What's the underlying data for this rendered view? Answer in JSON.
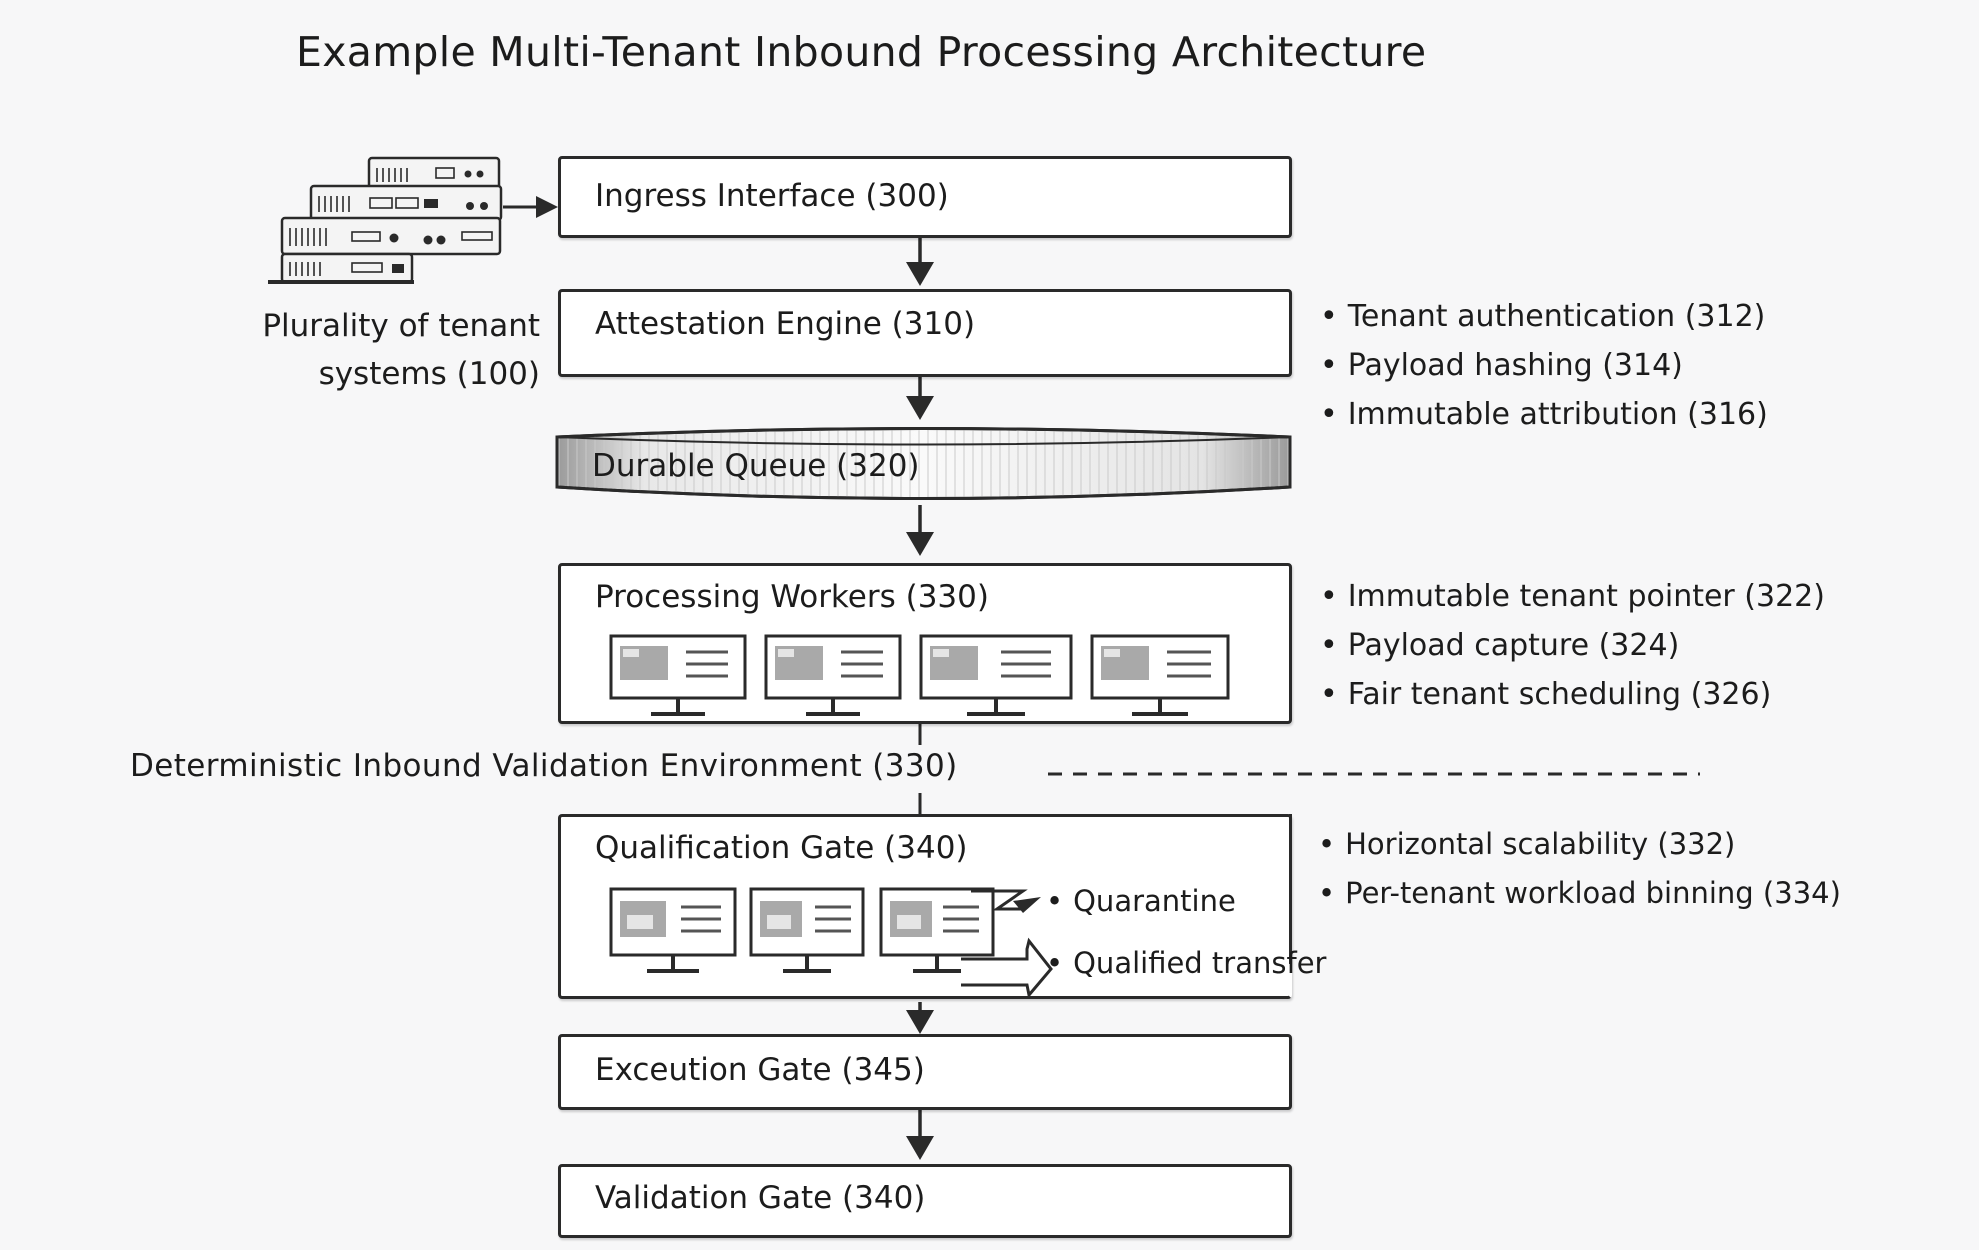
{
  "title": "Example Multi-Tenant Inbound Processing Architecture",
  "tenants": {
    "label_line1": "Plurality of tenant",
    "label_line2": "systems (100)",
    "icon": "server-rack-icon"
  },
  "nodes": {
    "ingress": "Ingress Interface (300)",
    "attestation": "Attestation Engine (310)",
    "queue": "Durable Queue (320)",
    "workers": "Processing Workers (330)",
    "qualification": "Qualification Gate (340)",
    "execution": "Exceution Gate (345)",
    "validation": "Validation Gate (340)"
  },
  "environment_label": "Deterministic Inbound Validation Environment (330)",
  "attestation_features": [
    "Tenant authentication (312)",
    "Payload hashing (314)",
    "Immutable attribution (316)"
  ],
  "worker_features": [
    "Immutable tenant pointer (322)",
    "Payload capture (324)",
    "Fair tenant scheduling (326)"
  ],
  "qualification_features": [
    "Horizontal scalability (332)",
    "Per-tenant workload binning (334)"
  ],
  "qualification_outcomes": {
    "quarantine": "Quarantine",
    "qualified": "Qualified transfer"
  },
  "icons": {
    "monitor": "monitor-icon",
    "arrow": "arrow-down-icon"
  },
  "colors": {
    "stroke": "#2a2a2a",
    "box_fill": "#ffffff",
    "screen_block": "#a9a9a9",
    "background": "#f7f7f8"
  }
}
